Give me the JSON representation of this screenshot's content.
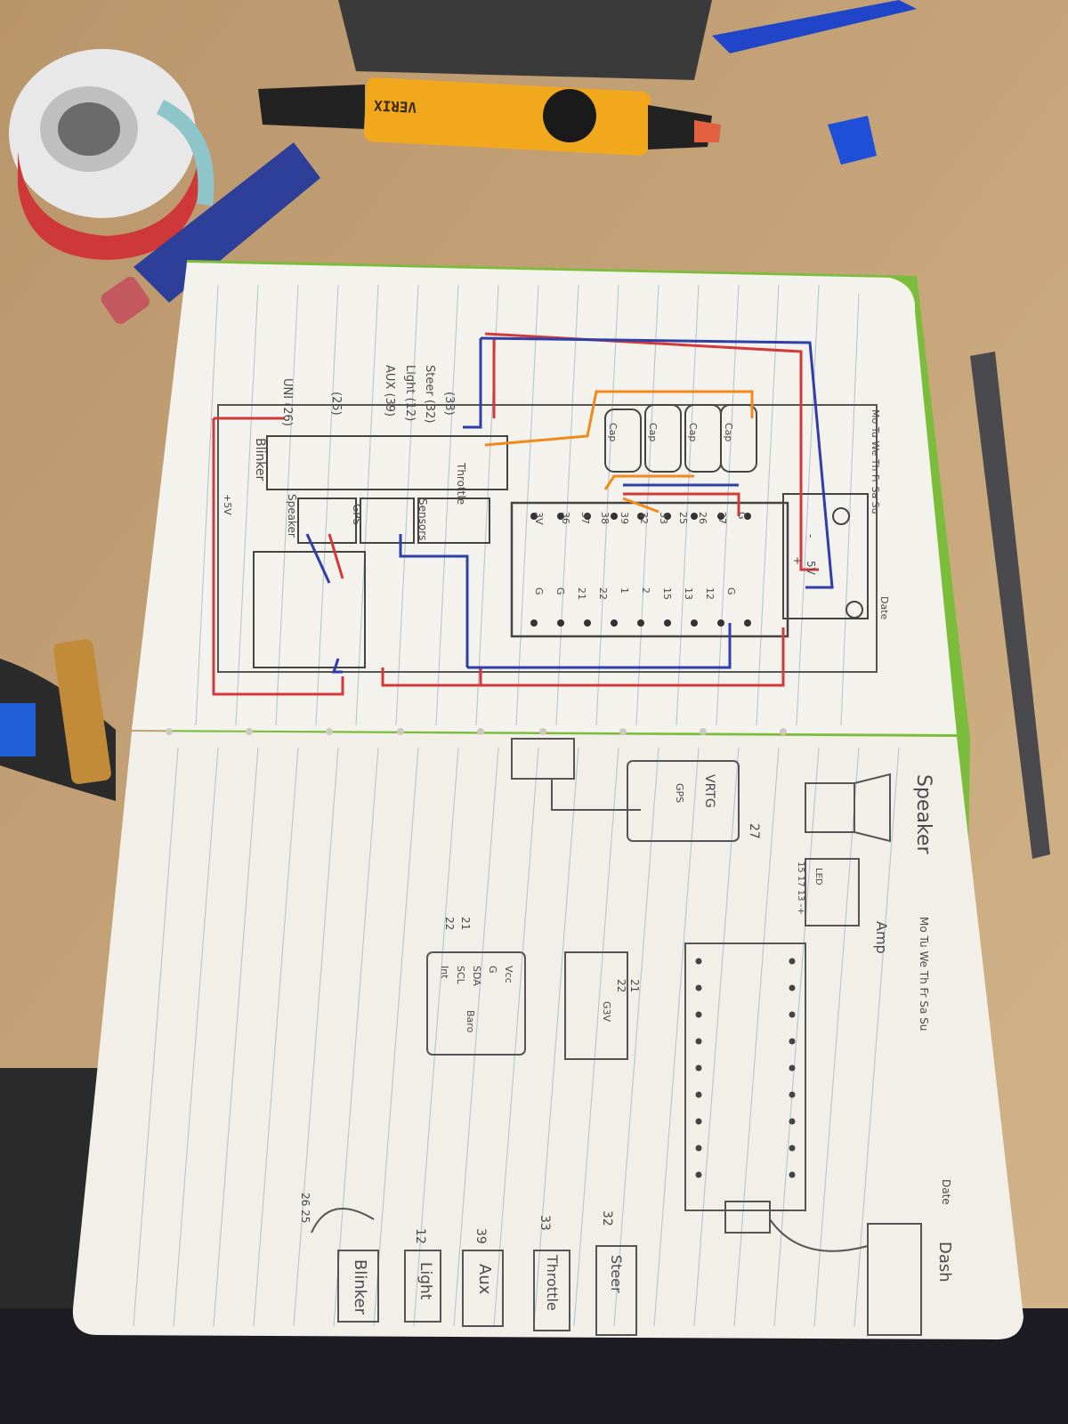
{
  "colors": {
    "desk": "#c9a77c",
    "paper": "#f4f2ec",
    "rule_line": "#b8c4cf",
    "wire_red": "#d23a3a",
    "wire_blue": "#2f3fa8",
    "wire_orange": "#f08a1c",
    "pencil": "#444444",
    "notebook_edge": "#7bbd3a"
  },
  "marker": {
    "brand": "VERIX"
  },
  "left_page": {
    "header_days": "Mo Tu We Th Fr Sa Su",
    "header_date": "Date",
    "boxes": {
      "blinker": "Blinker",
      "throttle": "Throttle",
      "speaker": "Speaker",
      "gps": "GPS",
      "sensors": "Sensors",
      "plus5v": "+5V",
      "cap": "Cap"
    },
    "pin_labels": [
      "UNI (26)",
      "(25)",
      "AUX (39)",
      "Light (12)",
      "Steer (32)",
      "(33)"
    ],
    "esp_left_pins": [
      "3V",
      "36",
      "37",
      "38",
      "39",
      "32",
      "33",
      "25",
      "26",
      "27",
      "G"
    ],
    "esp_right_pins": [
      "G",
      "G",
      "21",
      "22",
      "1",
      "2",
      "15",
      "13",
      "12",
      "G"
    ],
    "v_labels": [
      "5V",
      "-",
      "+"
    ]
  },
  "right_page": {
    "header_days": "Mo Tu We Th Fr Sa Su",
    "header_date": "Date",
    "title": "Speaker",
    "amp": "Amp",
    "led": "LED",
    "led_pins": "15 17 13 -+",
    "gps_module": "VRTG",
    "gps_label": "GPS",
    "gps_pin": "27",
    "imu_pins": [
      "Vcc",
      "G",
      "SDA",
      "SCL",
      "Int"
    ],
    "imu_label": "Baro",
    "imu_side": [
      "21",
      "22"
    ],
    "accel_labels": [
      "21",
      "22",
      "G3V"
    ],
    "legend": [
      {
        "num": "26 25",
        "label": "Blinker"
      },
      {
        "num": "12",
        "label": "Light"
      },
      {
        "num": "39",
        "label": "Aux"
      },
      {
        "num": "33",
        "label": "Throttle"
      },
      {
        "num": "32",
        "label": "Steer"
      }
    ],
    "dash": "Dash"
  }
}
